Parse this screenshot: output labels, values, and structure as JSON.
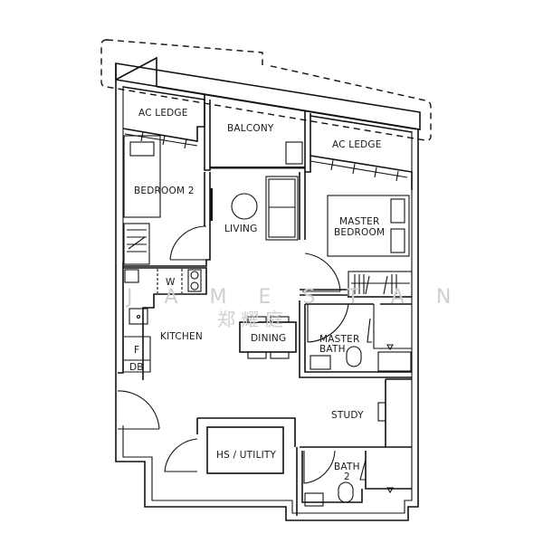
{
  "plan": {
    "rooms": {
      "ac_ledge_left": "AC LEDGE",
      "balcony": "BALCONY",
      "ac_ledge_right": "AC LEDGE",
      "bedroom2": "BEDROOM 2",
      "living": "LIVING",
      "master_bedroom_l1": "MASTER",
      "master_bedroom_l2": "BEDROOM",
      "kitchen": "KITCHEN",
      "dining": "DINING",
      "master_bath_l1": "MASTER",
      "master_bath_l2": "BATH",
      "study": "STUDY",
      "hs_utility": "HS / UTILITY",
      "bath2_l1": "BATH",
      "bath2_l2": "2"
    },
    "fixtures": {
      "washer": "W",
      "fridge": "F",
      "db": "DB"
    },
    "colors": {
      "line": "#111111",
      "watermark": "#cfcfcf",
      "background": "#ffffff"
    }
  },
  "watermark": {
    "latin": "J  A  M  E  S  T  A  N",
    "chinese": "郑  耀  庭"
  }
}
